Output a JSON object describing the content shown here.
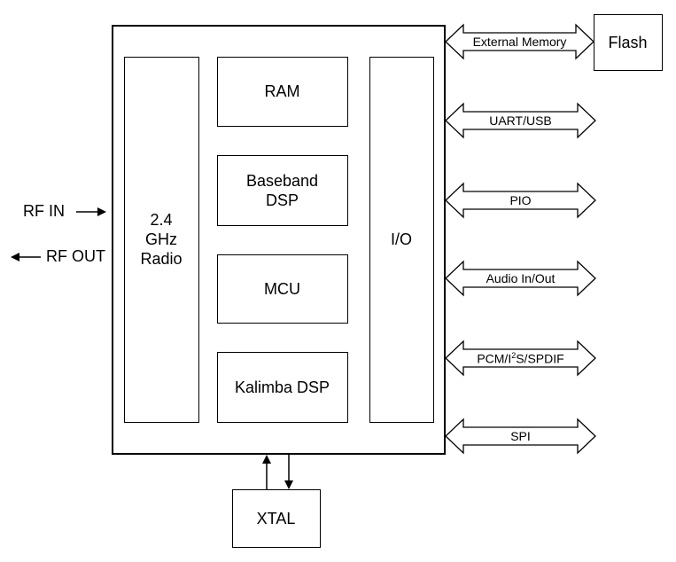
{
  "blocks": {
    "radio": [
      "2.4",
      "GHz",
      "Radio"
    ],
    "ram": "RAM",
    "baseband": [
      "Baseband",
      "DSP"
    ],
    "mcu": "MCU",
    "kalimba": "Kalimba DSP",
    "io": "I/O",
    "flash": "Flash",
    "xtal": "XTAL"
  },
  "rf": {
    "in": "RF IN",
    "out": "RF OUT"
  },
  "interfaces": {
    "external_memory": "External Memory",
    "uart_usb": "UART/USB",
    "pio": "PIO",
    "audio": "Audio In/Out",
    "pcm_pre": "PCM/I",
    "pcm_sup": "2",
    "pcm_post": "S/SPDIF",
    "spi": "SPI"
  }
}
